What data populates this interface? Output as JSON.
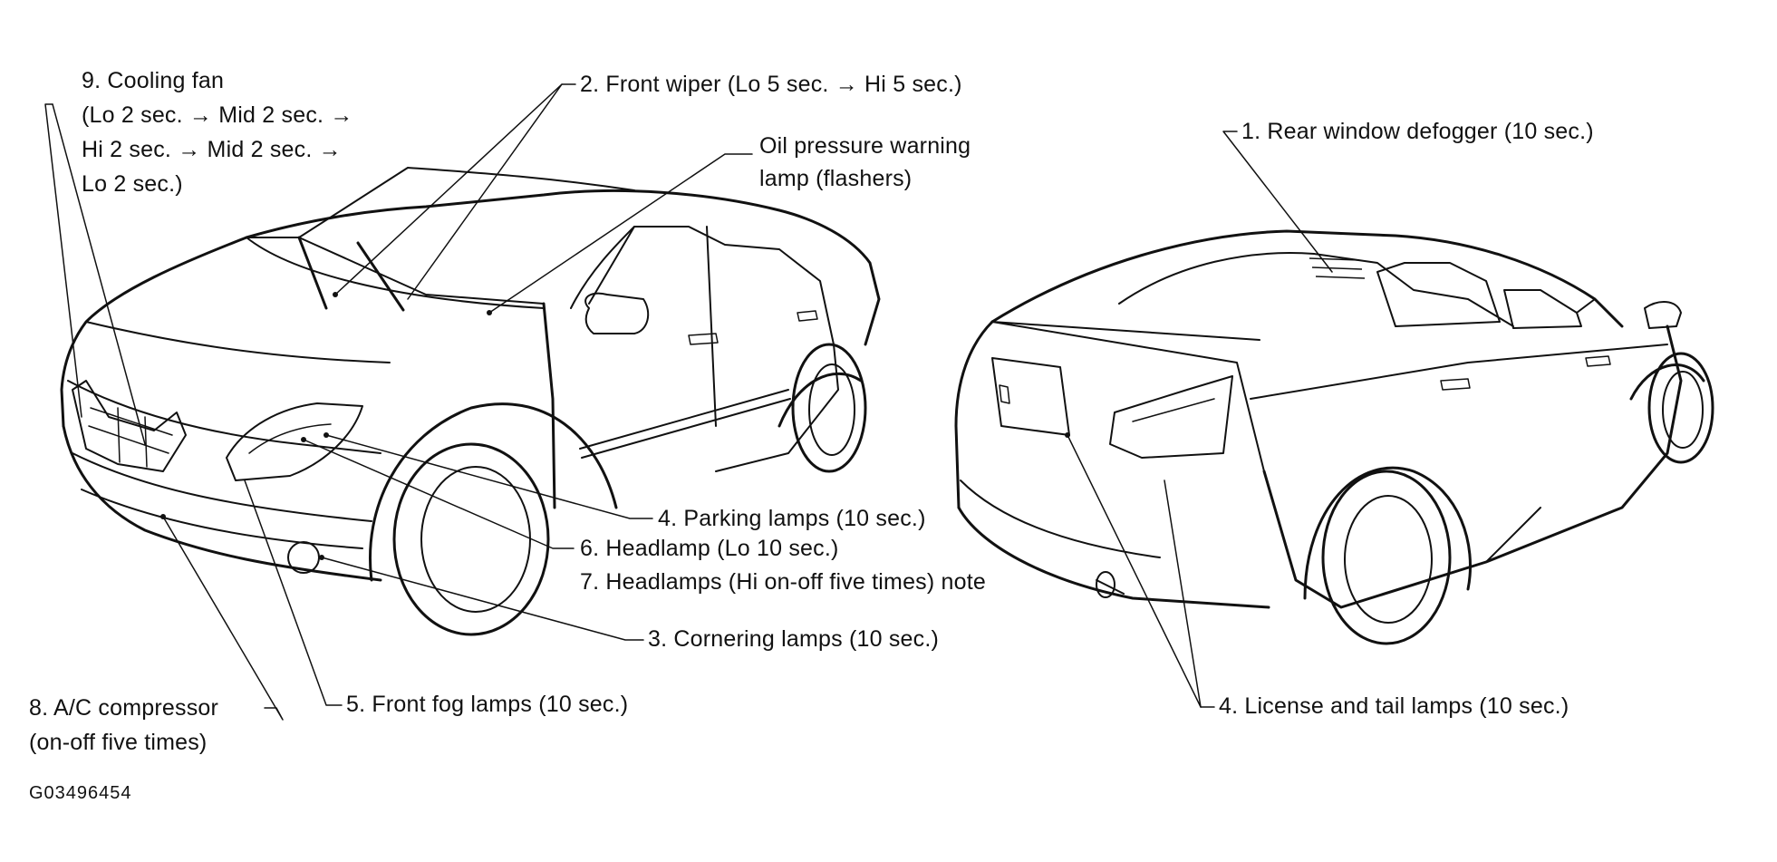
{
  "labels": {
    "cooling_fan": [
      "9. Cooling fan",
      "(Lo 2 sec. → Mid 2 sec. →",
      "Hi 2 sec. → Mid 2 sec. →",
      "Lo 2 sec.)"
    ],
    "front_wiper": "2. Front wiper (Lo 5 sec. → Hi 5 sec.)",
    "oil_pressure": [
      "Oil pressure warning",
      "lamp (flashers)"
    ],
    "rear_defogger": "1. Rear window defogger (10 sec.)",
    "parking_lamps": "4. Parking lamps (10 sec.)",
    "headlamp_lo": "6. Headlamp (Lo 10 sec.)",
    "headlamps_hi": "7. Headlamps (Hi on-off five times) note",
    "cornering_lamps": "3. Cornering lamps (10 sec.)",
    "ac_compressor": [
      "8. A/C compressor",
      "(on-off five times)"
    ],
    "front_fog": "5. Front fog lamps (10 sec.)",
    "license_tail": "4. License and tail lamps (10 sec.)"
  },
  "figure_code": "G03496454",
  "icons": {
    "front_car": "sedan-front-three-quarter-illustration",
    "rear_car": "sedan-rear-three-quarter-illustration"
  }
}
